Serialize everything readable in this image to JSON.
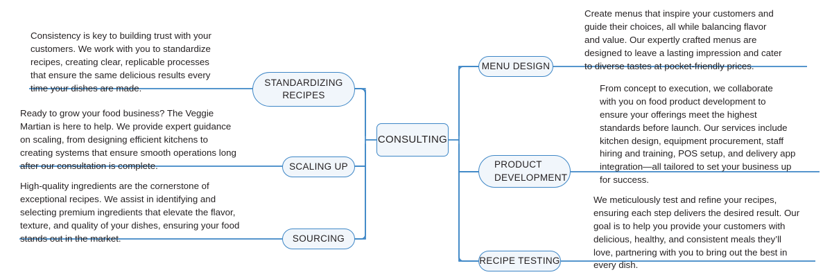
{
  "diagram": {
    "type": "mind-map",
    "title_node": {
      "label": "CONSULTING"
    },
    "accent_color": "#3d86c6",
    "node_fill": "#f1f6fb",
    "text_color": "#231f20",
    "left_branches": [
      {
        "label": "STANDARDIZING\nRECIPES",
        "description": "Consistency is key to building trust with your\ncustomers. We work with you to standardize\nrecipes, creating clear, replicable processes\nthat ensure the same delicious results every\ntime your dishes are made."
      },
      {
        "label": "SCALING UP",
        "description": "Ready to grow your food business? The Veggie\nMartian is here to help. We provide expert guidance\non scaling, from designing efficient kitchens to\ncreating systems that ensure smooth operations long\nafter our consultation is complete."
      },
      {
        "label": "SOURCING",
        "description": "High-quality ingredients are the cornerstone of\nexceptional recipes. We assist in identifying and\nselecting premium ingredients that elevate the flavor,\ntexture, and quality of your dishes, ensuring your food\nstands out in the market."
      }
    ],
    "right_branches": [
      {
        "label": "MENU DESIGN",
        "description": "Create menus that inspire your customers and\nguide their choices, all while balancing flavor\nand value. Our expertly crafted menus are\ndesigned to leave a lasting impression and cater\nto diverse tastes at pocket-friendly prices."
      },
      {
        "label": "PRODUCT\nDEVELOPMENT",
        "description": "From concept to execution, we collaborate\nwith you on food product development to\nensure your offerings meet the highest\nstandards before launch. Our services include\nkitchen design, equipment procurement, staff\nhiring and training, POS setup, and delivery app\nintegration—all tailored to set your business up\nfor success."
      },
      {
        "label": "RECIPE TESTING",
        "description": "We meticulously test and refine your recipes,\nensuring each step delivers the desired result. Our\ngoal is to help you provide your customers with\ndelicious, healthy, and consistent meals they’ll\nlove, partnering with you to bring out the best in\nevery dish."
      }
    ]
  }
}
